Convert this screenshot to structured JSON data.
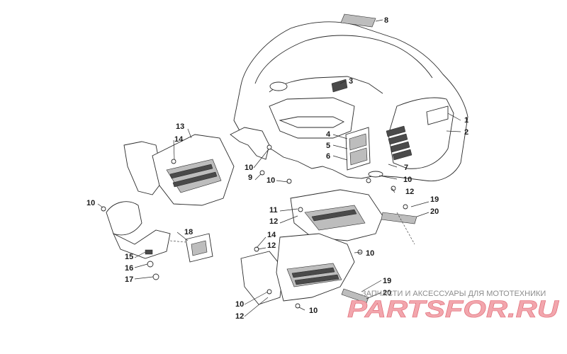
{
  "callouts": [
    "1",
    "2",
    "3",
    "4",
    "5",
    "6",
    "7",
    "8",
    "9",
    "10",
    "11",
    "12",
    "13",
    "14",
    "15",
    "16",
    "17",
    "18",
    "19",
    "20"
  ],
  "watermark": {
    "tagline": "ЗАПЧАСТИ И АКСЕССУАРЫ ДЛЯ МОТОТЕХНИКИ",
    "logo": "PARTSFOR.RU",
    "color": "#e06a75"
  },
  "colors": {
    "line": "#2a2a2a",
    "background": "#ffffff"
  }
}
